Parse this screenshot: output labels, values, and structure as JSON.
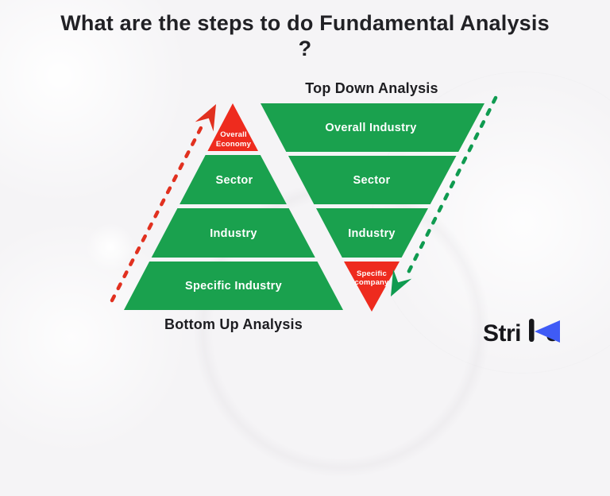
{
  "title": "What are the steps to do Fundamental Analysis ?",
  "colors": {
    "pyramid_green": "#1aa14e",
    "pyramid_red": "#ee2b1e",
    "arrow_red": "#e1301f",
    "arrow_green": "#0f9b50",
    "brand_blue": "#3f5bf6",
    "text_ink": "#212125"
  },
  "diagram": {
    "top_down_label": "Top Down Analysis",
    "bottom_up_label": "Bottom Up Analysis",
    "left_pyramid": {
      "top_line1": "Overall",
      "top_line2": "Economy",
      "layers": [
        "Sector",
        "Industry",
        "Specific Industry"
      ]
    },
    "right_pyramid": {
      "layers": [
        "Overall Industry",
        "Sector",
        "Industry"
      ],
      "bottom_line1": "Specific",
      "bottom_line2": "company"
    }
  },
  "logo": {
    "brand": "Strike",
    "part1": "Stri",
    "part2": "e"
  }
}
